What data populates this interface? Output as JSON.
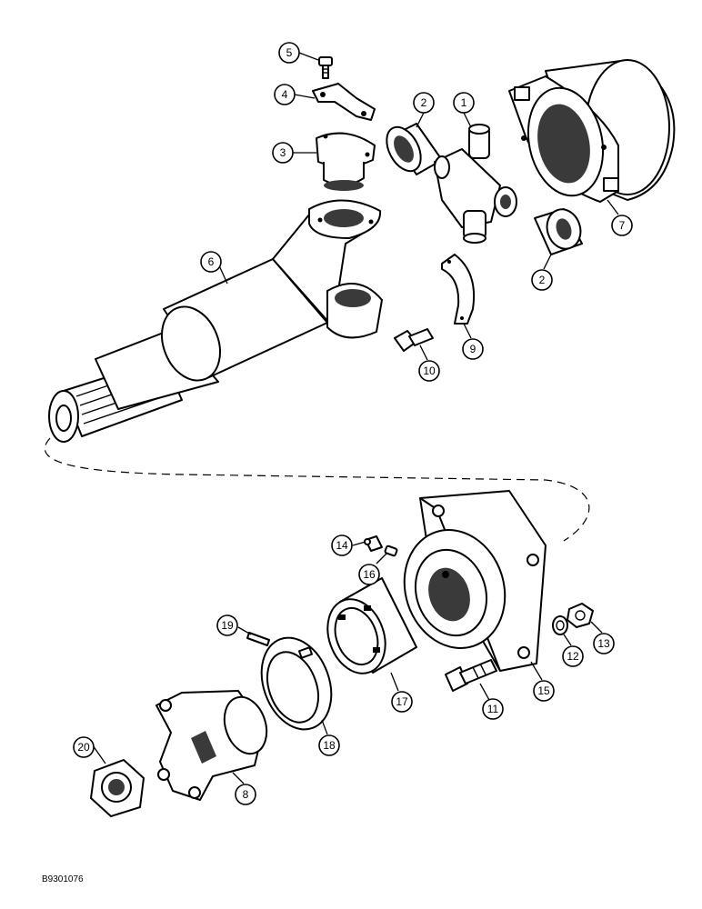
{
  "document_id": "B9301076",
  "callouts": [
    "1",
    "2",
    "2",
    "3",
    "4",
    "5",
    "6",
    "7",
    "8",
    "9",
    "10",
    "11",
    "12",
    "13",
    "14",
    "15",
    "16",
    "17",
    "18",
    "19",
    "20"
  ],
  "colors": {
    "ink": "#000000",
    "paper": "#ffffff"
  }
}
